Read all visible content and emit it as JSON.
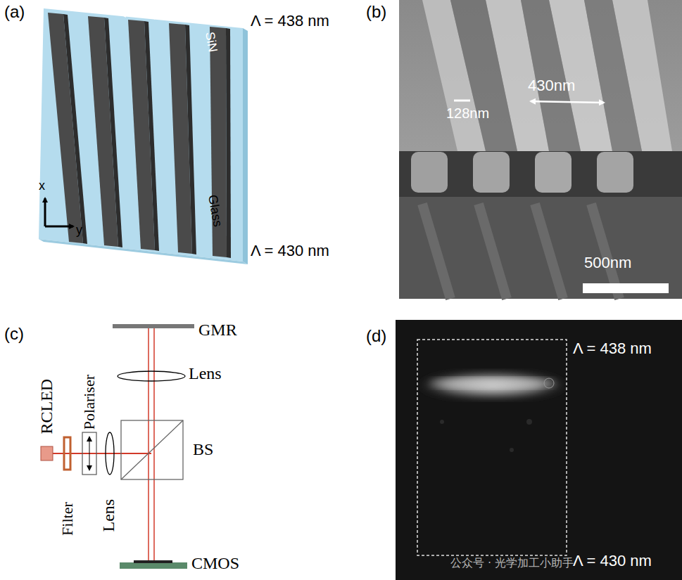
{
  "diagram": {
    "labels": [
      "(a)",
      "Λ",
      "Λ = 438 nm",
      "SiN",
      "Glass",
      "x",
      "y",
      "Λ = 430 nm",
      "(b)",
      "128nm",
      "430nm",
      "500nm",
      "(c)",
      "GMR",
      "Lens",
      "RCLED",
      "Polariser",
      "BS",
      "Filter",
      "Lens",
      "CMOS",
      "(d)",
      "Λ = 438 nm",
      "Λ = 430 nm",
      "公众号 · 光学加工小助手"
    ]
  }
}
